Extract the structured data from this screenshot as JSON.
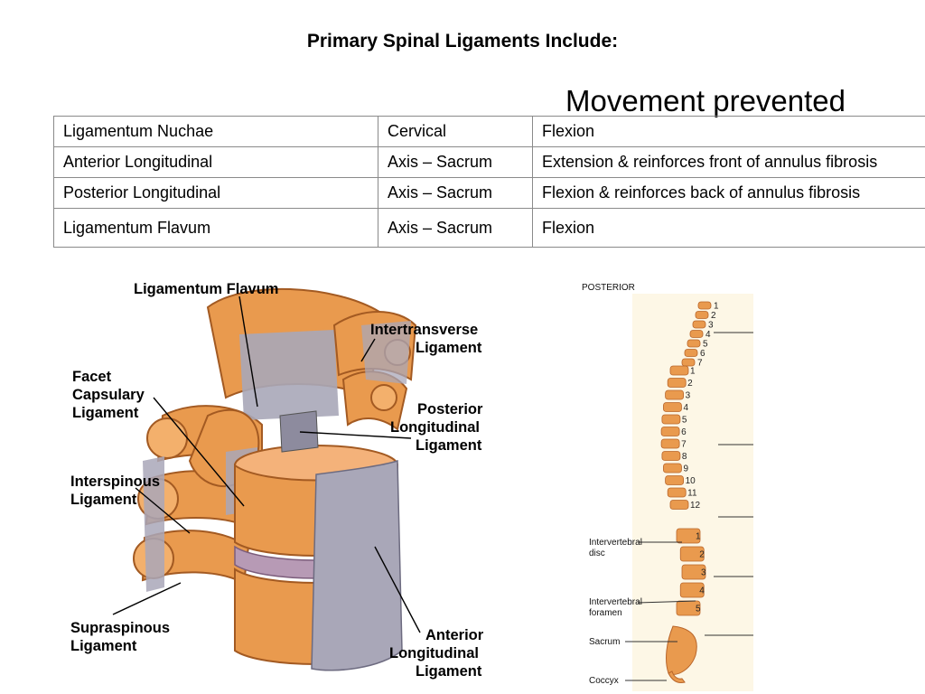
{
  "title": "Primary Spinal Ligaments Include:",
  "subtitle": "Movement prevented",
  "table": {
    "rows": [
      [
        "Ligamentum Nuchae",
        "Cervical",
        "Flexion"
      ],
      [
        "Anterior Longitudinal",
        "Axis – Sacrum",
        "Extension & reinforces front of annulus fibrosis"
      ],
      [
        "Posterior Longitudinal",
        "Axis – Sacrum",
        "Flexion & reinforces back of annulus fibrosis"
      ],
      [
        "Ligamentum Flavum",
        "Axis – Sacrum",
        "Flexion"
      ]
    ]
  },
  "vertebra_figure": {
    "labels": {
      "ligamentum_flavum": "Ligamentum Flavum",
      "intertransverse_1": "Intertransverse",
      "intertransverse_2": "Ligament",
      "facet_1": "Facet",
      "facet_2": "Capsulary",
      "facet_3": "Ligament",
      "posterior_1": "Posterior",
      "posterior_2": "Longitudinal",
      "posterior_3": "Ligament",
      "interspinous_1": "Interspinous",
      "interspinous_2": "Ligament",
      "supraspinous_1": "Supraspinous",
      "supraspinous_2": "Ligament",
      "anterior_1": "Anterior",
      "anterior_2": "Longitudinal",
      "anterior_3": "Ligament"
    }
  },
  "spine_figure": {
    "posterior_label": "POSTERIOR",
    "cervical_numbers": [
      "1",
      "2",
      "3",
      "4",
      "5",
      "6",
      "7"
    ],
    "thoracic_numbers": [
      "1",
      "2",
      "3",
      "4",
      "5",
      "6",
      "7",
      "8",
      "9",
      "10",
      "11",
      "12"
    ],
    "lumbar_numbers": [
      "1",
      "2",
      "3",
      "4",
      "5"
    ],
    "labels": {
      "disc_1": "Intervertebral",
      "disc_2": "disc",
      "foramen_1": "Intervertebral",
      "foramen_2": "foramen",
      "sacrum": "Sacrum",
      "coccyx": "Coccyx"
    }
  },
  "colors": {
    "bone": "#e99a4e",
    "bone_dark": "#b8652a",
    "ligament": "#a9a7b8",
    "disc": "#b79ab5"
  }
}
